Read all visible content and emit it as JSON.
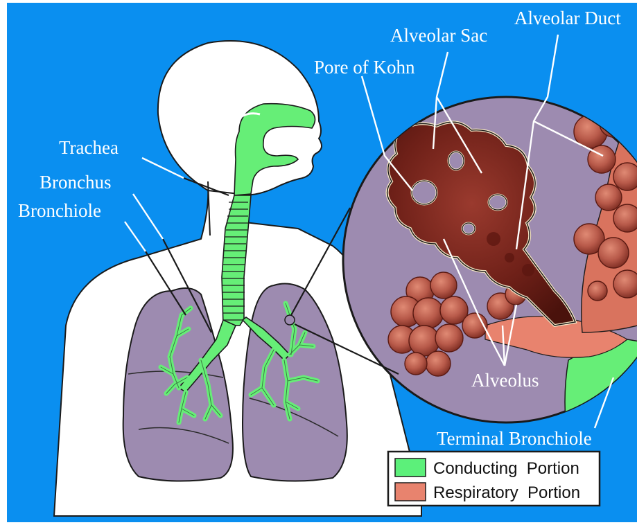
{
  "labels": {
    "trachea": "Trachea",
    "bronchus": "Bronchus",
    "bronchiole": "Bronchiole",
    "pore_of_kohn": "Pore of Kohn",
    "alveolar_sac": "Alveolar Sac",
    "alveolar_duct": "Alveolar Duct",
    "alveolus": "Alveolus",
    "terminal_bronchiole": "Terminal Bronchiole"
  },
  "legend": {
    "items": [
      {
        "label": "Conducting  Portion",
        "color": "#5cf07a"
      },
      {
        "label": "Respiratory  Portion",
        "color": "#e8836e"
      }
    ]
  },
  "colors": {
    "background": "#0a8ff0",
    "body": "#ffffff",
    "lung": "#9d8bb0",
    "airway": "#66ee77",
    "tissue": "#b85a4a",
    "tissue_dark": "#7a2a20"
  }
}
